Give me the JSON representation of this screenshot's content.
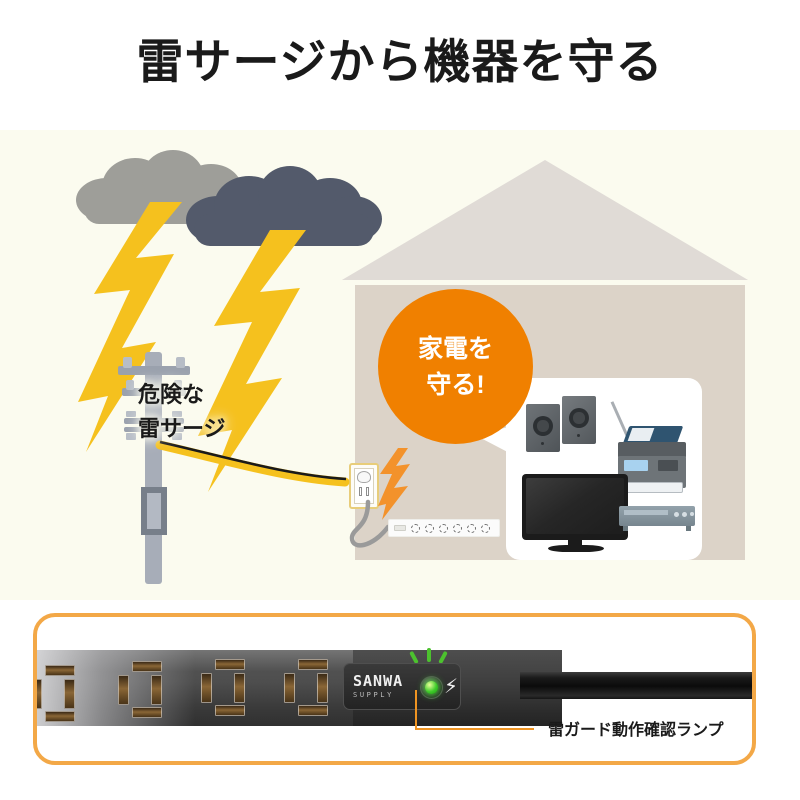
{
  "page": {
    "title": "雷サージから機器を守る",
    "background_color": "#ffffff"
  },
  "colors": {
    "accent_orange": "#f08000",
    "border_orange": "#f3a847",
    "callout_orange": "#ef9422",
    "scene_background": "#fbfbef",
    "house_roof": "#e0dbd6",
    "house_wall": "#dcd3c8",
    "lightning_yellow": "#f5c11e",
    "surge_orange": "#f3922b",
    "led_green": "#3ecb2a",
    "cloud_light": "#9e9e99",
    "cloud_dark": "#535a6b",
    "pole_gray": "#a7adb8"
  },
  "scene": {
    "danger_label": {
      "line1": "危険な",
      "line2": "雷サージ"
    },
    "bubble": {
      "line1": "家電を",
      "line2": "守る!"
    },
    "icons": {
      "cloud_light": "cloud-light-icon",
      "cloud_dark": "cloud-dark-icon",
      "lightning_bolt_left": "lightning-bolt-icon",
      "lightning_bolt_right": "lightning-bolt-icon",
      "utility_pole": "utility-pole-icon",
      "power_line": "power-line-icon",
      "wall_outlet": "wall-outlet-icon",
      "surge_bolt": "surge-bolt-icon",
      "white_power_strip": "power-strip-icon",
      "house": "house-icon"
    },
    "appliances": [
      {
        "name": "speakers",
        "label": "speaker-pair-icon"
      },
      {
        "name": "printer",
        "label": "printer-scanner-icon"
      },
      {
        "name": "television",
        "label": "television-icon"
      },
      {
        "name": "av_receiver",
        "label": "av-receiver-icon"
      }
    ],
    "white_strip": {
      "switch_count": 1,
      "socket_count": 6
    }
  },
  "product": {
    "logo": {
      "brand": "SANWA",
      "sub": "SUPPLY",
      "bolt_glyph": "⚡"
    },
    "outlet_count": 4,
    "led": {
      "name": "surge-indicator-led",
      "state": "on",
      "color": "#3ecb2a",
      "ray_count": 3
    },
    "callout": {
      "label": "雷ガード動作確認ランプ"
    },
    "cord": {
      "name": "power-cord",
      "color": "#141414"
    }
  }
}
